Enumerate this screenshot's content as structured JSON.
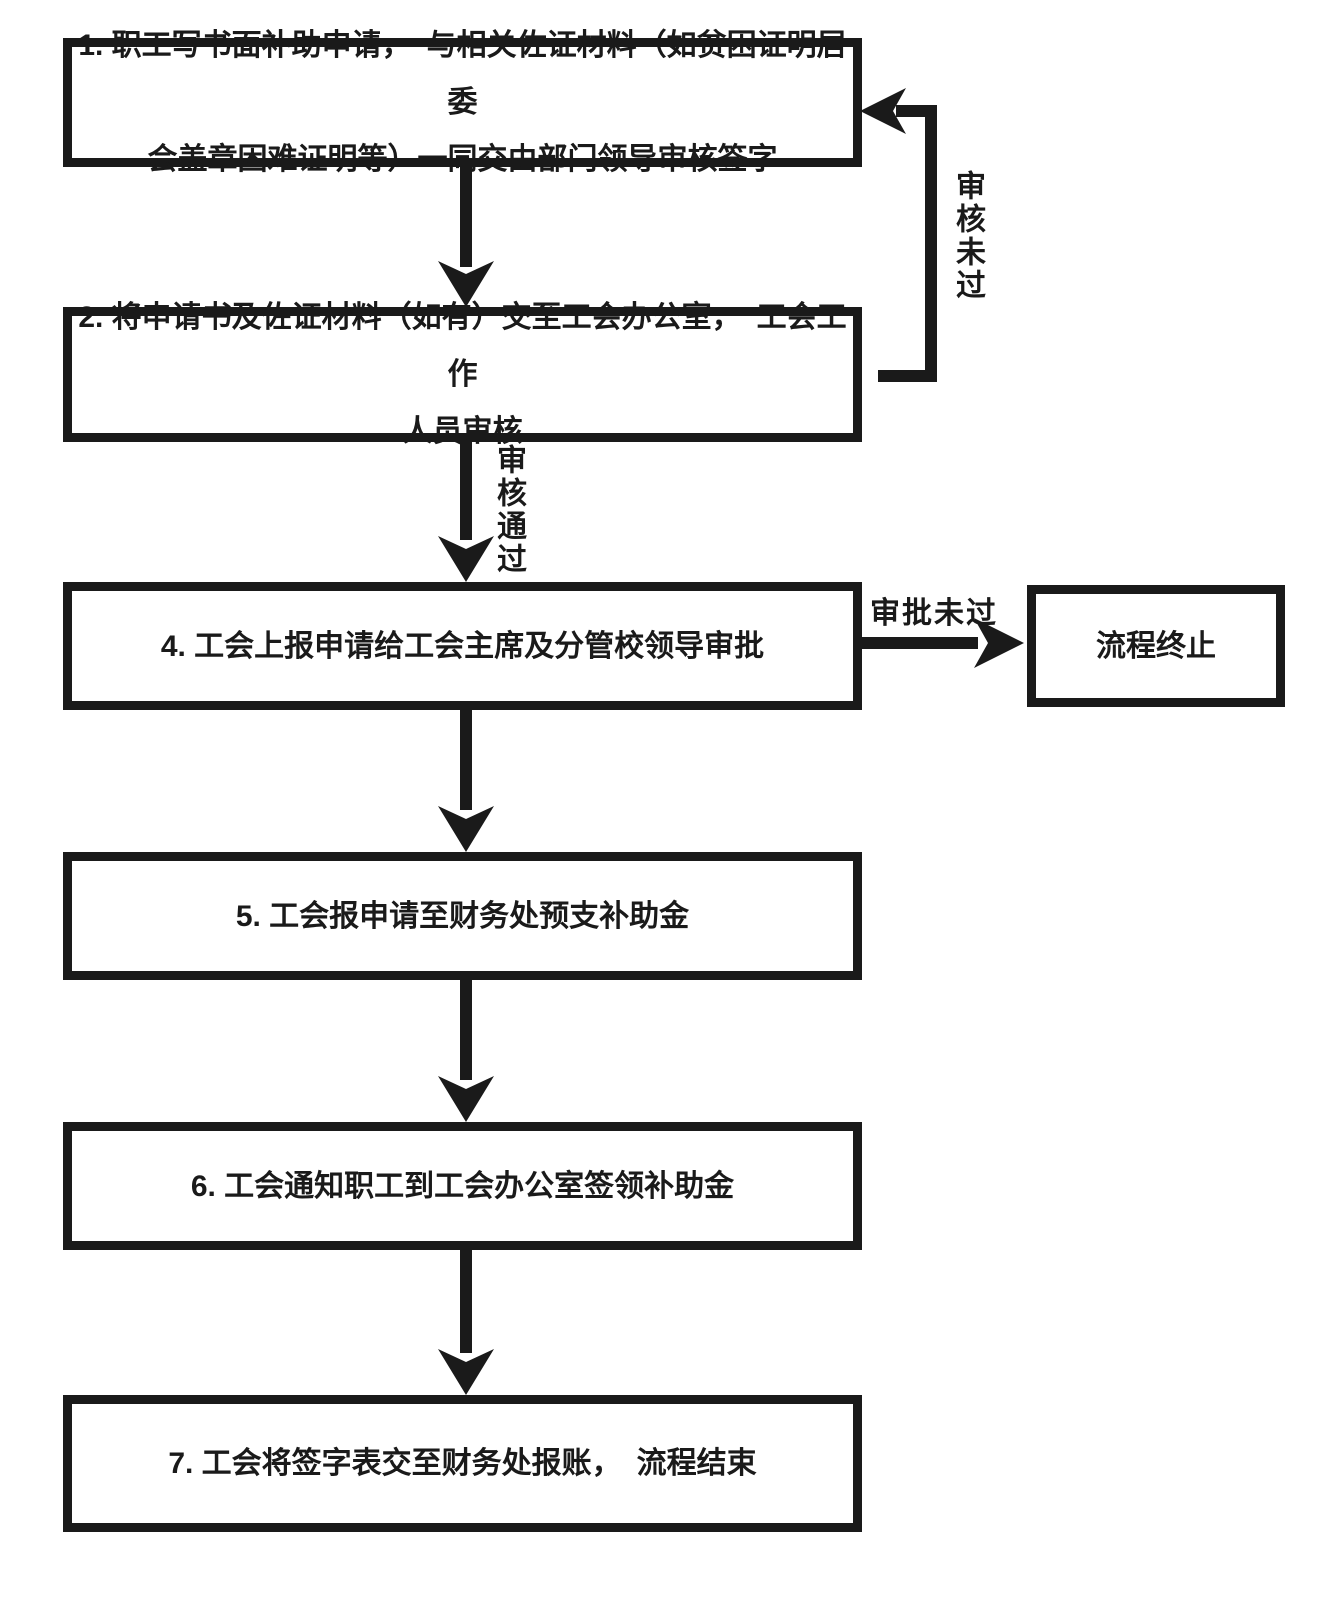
{
  "colors": {
    "ink": "#1a1a1a",
    "background": "#ffffff"
  },
  "flowchart": {
    "step1": {
      "line1": "1. 职工写书面补助申请，　与相关佐证材料（如贫困证明居委",
      "line2": "会盖章困难证明等）一同交由部门领导审核签字"
    },
    "step2": {
      "line1": "2. 将申请书及佐证材料（如有）交至工会办公室，　工会工作",
      "line2": "人员审核"
    },
    "step4": {
      "text": "4. 工会上报申请给工会主席及分管校领导审批"
    },
    "step5": {
      "text": "5. 工会报申请至财务处预支补助金"
    },
    "step6": {
      "text": "6. 工会通知职工到工会办公室签领补助金"
    },
    "step7": {
      "text": "7. 工会将签字表交至财务处报账，　流程结束"
    },
    "terminate": {
      "text": "流程终止"
    },
    "edge_labels": {
      "review_failed": "审核未过",
      "review_passed": "审核通过",
      "approval_failed": "审批未过"
    }
  }
}
